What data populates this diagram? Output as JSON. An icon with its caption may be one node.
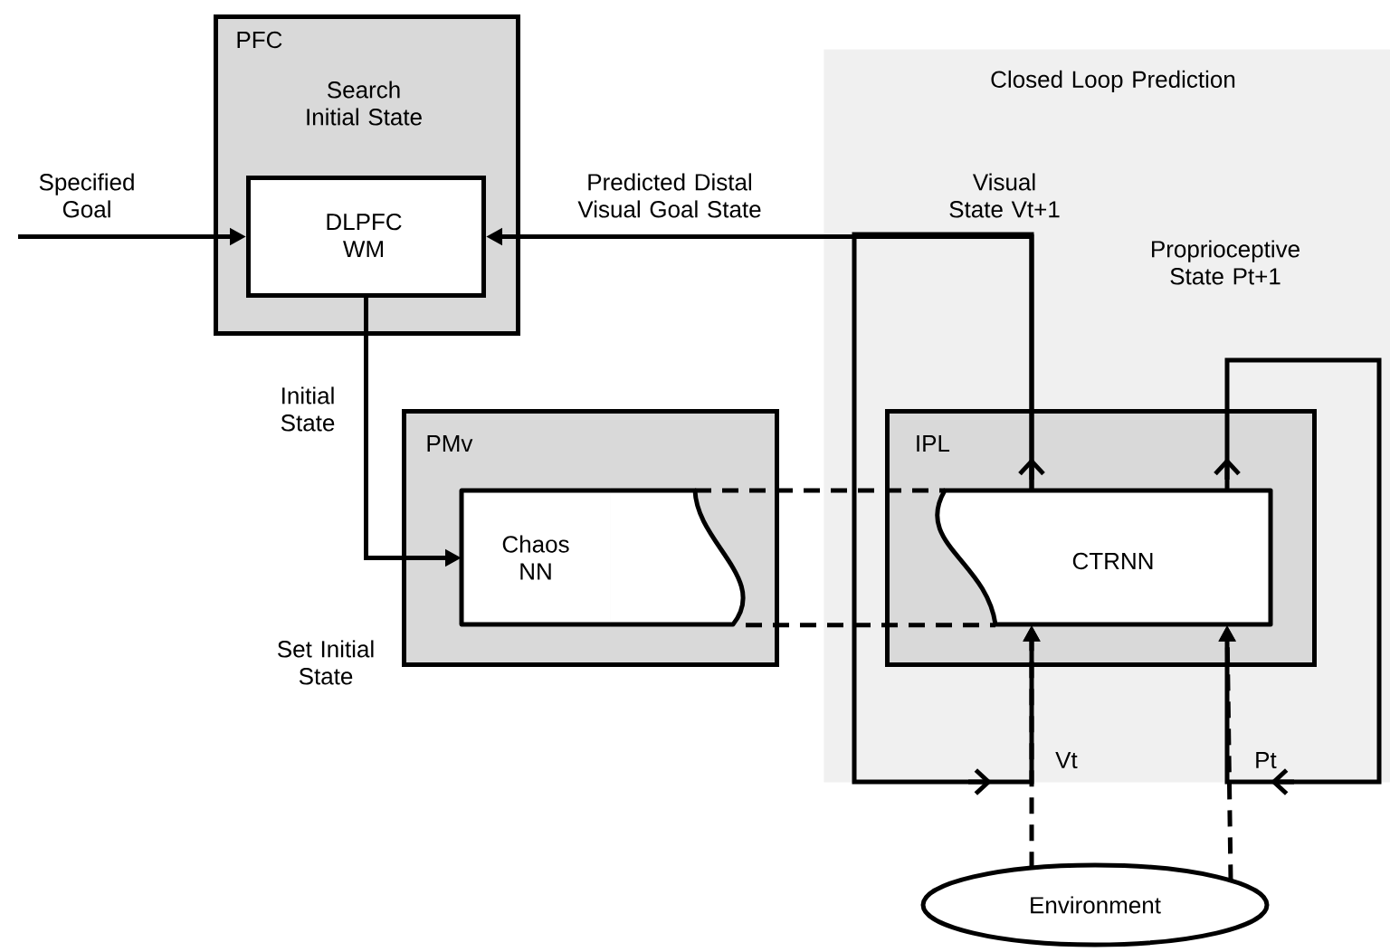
{
  "diagram": {
    "nodes": [
      {
        "text": [
          "Closed Loop Prediction"
        ]
      },
      {
        "text": [
          "PFC",
          "Search Initial State"
        ]
      },
      {
        "text": [
          "DLPFC WM"
        ],
        "in": 1
      },
      {
        "text": [
          "PMv"
        ]
      },
      {
        "text": [
          "Chaos NN"
        ],
        "in": 3
      },
      {
        "text": [],
        "shape": "box",
        "in": 3
      },
      {
        "text": [
          "IPL"
        ],
        "in": 0
      },
      {
        "text": [
          "CTRNN"
        ],
        "in": 6
      },
      {
        "text": [
          "Environment"
        ]
      }
    ],
    "edges": [
      {
        "from": null,
        "to": 2,
        "arrow": "to",
        "label": "Specified Goal"
      },
      {
        "from": 2,
        "to": 4,
        "arrow": "to",
        "label": "Initial State"
      },
      {
        "from": 7,
        "to": 2,
        "arrow": "to",
        "label": "Predicted Distal Visual Goal State"
      },
      {
        "from": 7,
        "to": 7,
        "arrow": "to",
        "label": "Visual State Vt+1"
      },
      {
        "from": 7,
        "to": 7,
        "arrow": "to",
        "label": "Proprioceptive State Pt+1"
      },
      {
        "from": 8,
        "to": 7,
        "arrow": "to",
        "style": "dashed"
      },
      {
        "from": 8,
        "to": 7,
        "arrow": "to",
        "style": "dashed"
      },
      {
        "from": 5,
        "to": 7,
        "arrow": "none",
        "style": "dashed"
      },
      {
        "from": 5,
        "to": 7,
        "arrow": "none",
        "style": "dashed"
      }
    ],
    "labels": [
      "Set Initial State",
      "Vt",
      "Pt"
    ]
  }
}
